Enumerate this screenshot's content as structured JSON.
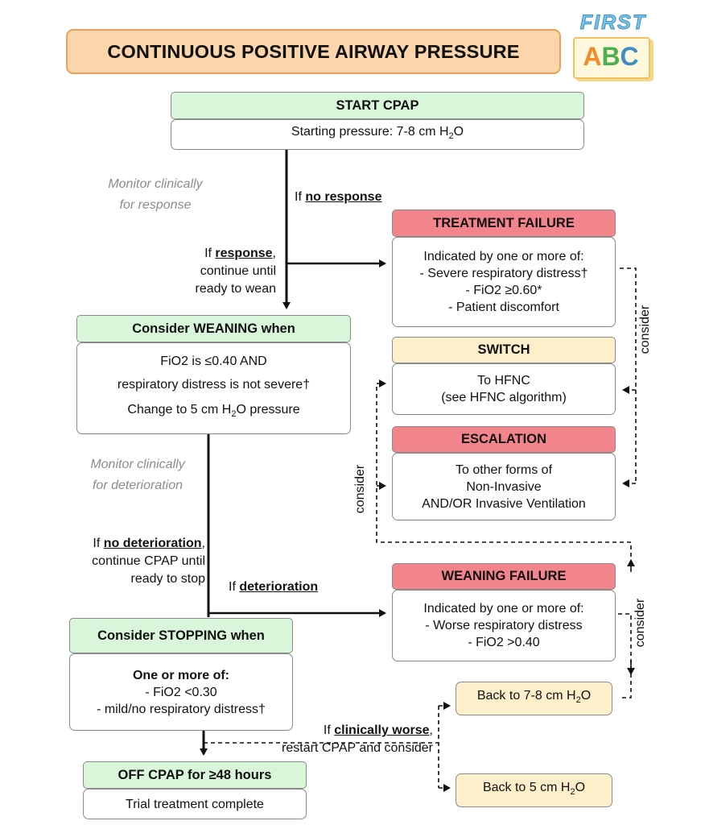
{
  "title": "CONTINUOUS POSITIVE AIRWAY PRESSURE",
  "logo": {
    "top": "FIRST",
    "bottom": "ABC"
  },
  "start": {
    "header": "START CPAP",
    "body": "Starting pressure: 7-8 cm H",
    "sub": "2",
    "tail": "O"
  },
  "labels": {
    "monitor_response": [
      "Monitor clinically",
      "for response"
    ],
    "if_no_response_prefix": "If ",
    "if_no_response_bold": "no response",
    "if_response_prefix": "If ",
    "if_response_bold": "response",
    "if_response_suffix": ",",
    "continue_wean": [
      "continue until",
      "ready to wean"
    ],
    "monitor_deterioration": [
      "Monitor clinically",
      "for deterioration"
    ],
    "if_no_det_prefix": "If ",
    "if_no_det_bold": "no deterioration",
    "if_no_det_suffix": ",",
    "continue_stop": [
      "continue CPAP until",
      "ready to stop"
    ],
    "if_det_prefix": "If ",
    "if_det_bold": "deterioration",
    "if_worse_prefix": "If ",
    "if_worse_bold": "clinically worse",
    "if_worse_suffix": ",",
    "restart": "restart CPAP and consider",
    "consider": "consider"
  },
  "treatment_failure": {
    "header": "TREATMENT FAILURE",
    "lines": [
      "Indicated by one or more of:",
      "- Severe respiratory distress†",
      "- FiO2 ≥0.60*",
      "- Patient discomfort"
    ]
  },
  "weaning": {
    "header_prefix": "Consider ",
    "header_bold": "WEANING",
    "header_suffix": " when",
    "line1": "FiO2 is ≤0.40 AND",
    "line2": "respiratory distress is not severe†",
    "line3_a": "Change to 5 cm H",
    "line3_sub": "2",
    "line3_b": "O pressure"
  },
  "switch": {
    "header": "SWITCH",
    "lines": [
      "To HFNC",
      "(see HFNC algorithm)"
    ]
  },
  "escalation": {
    "header": "ESCALATION",
    "lines": [
      "To other forms of",
      "Non-Invasive",
      "AND/OR Invasive Ventilation"
    ]
  },
  "weaning_failure": {
    "header": "WEANING FAILURE",
    "lines": [
      "Indicated by one or more of:",
      "- Worse respiratory distress",
      "- FiO2 >0.40"
    ]
  },
  "stopping": {
    "header": "Consider STOPPING when",
    "line1": "One or more of:",
    "line2": "- FiO2 <0.30",
    "line3": "- mild/no respiratory distress†"
  },
  "back78": {
    "a": "Back to 7-8 cm H",
    "sub": "2",
    "b": "O"
  },
  "back5": {
    "a": "Back to 5 cm H",
    "sub": "2",
    "b": "O"
  },
  "off": {
    "header": "OFF CPAP for ≥48 hours",
    "body": "Trial treatment complete"
  },
  "colors": {
    "green": "#d9f6db",
    "red": "#f2858c",
    "tan": "#fcefc9",
    "title_fill": "#fbd5ac",
    "title_border": "#e8a25c"
  }
}
